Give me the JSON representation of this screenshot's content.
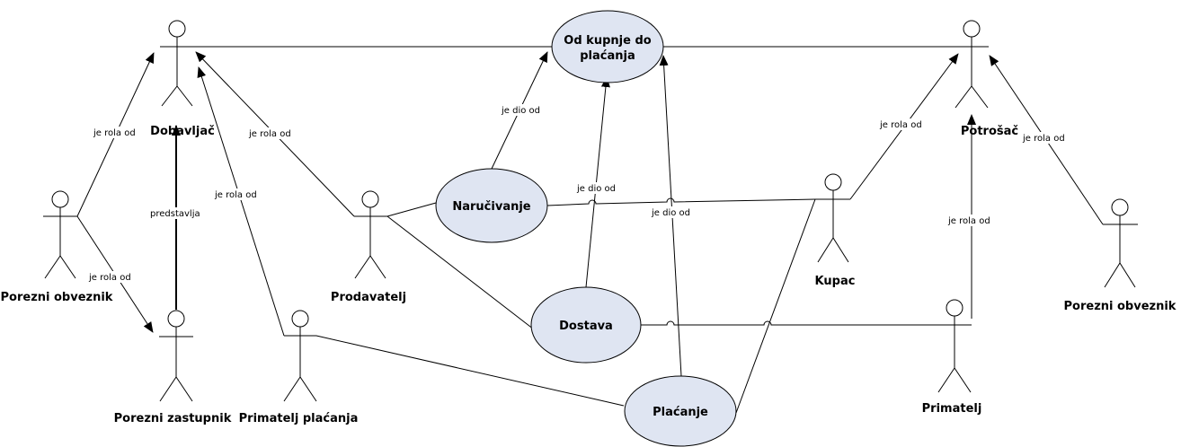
{
  "diagram": {
    "type": "use-case",
    "colors": {
      "usecase_fill": "#dfe5f2",
      "stroke": "#000000",
      "background": "#ffffff"
    },
    "actors": [
      {
        "id": "dobavljac",
        "label": "Dobavljač"
      },
      {
        "id": "porezni_obveznik_left",
        "label": "Porezni obveznik"
      },
      {
        "id": "porezni_zastupnik",
        "label": "Porezni zastupnik"
      },
      {
        "id": "primatelj_placanja",
        "label": "Primatelj plaćanja"
      },
      {
        "id": "prodavatelj",
        "label": "Prodavatelj"
      },
      {
        "id": "kupac",
        "label": "Kupac"
      },
      {
        "id": "potrosac",
        "label": "Potrošač"
      },
      {
        "id": "primatelj",
        "label": "Primatelj"
      },
      {
        "id": "porezni_obveznik_right",
        "label": "Porezni obveznik"
      }
    ],
    "use_cases": [
      {
        "id": "od_kupnje",
        "label_lines": [
          "Od kupnje do",
          "plaćanja"
        ]
      },
      {
        "id": "narucivanje",
        "label_lines": [
          "Naručivanje"
        ]
      },
      {
        "id": "dostava",
        "label_lines": [
          "Dostava"
        ]
      },
      {
        "id": "placanje",
        "label_lines": [
          "Plaćanje"
        ]
      }
    ],
    "edge_labels": {
      "je_rola_od": "je rola od",
      "je_dio_od": "je dio od",
      "predstavlja": "predstavlja"
    }
  }
}
